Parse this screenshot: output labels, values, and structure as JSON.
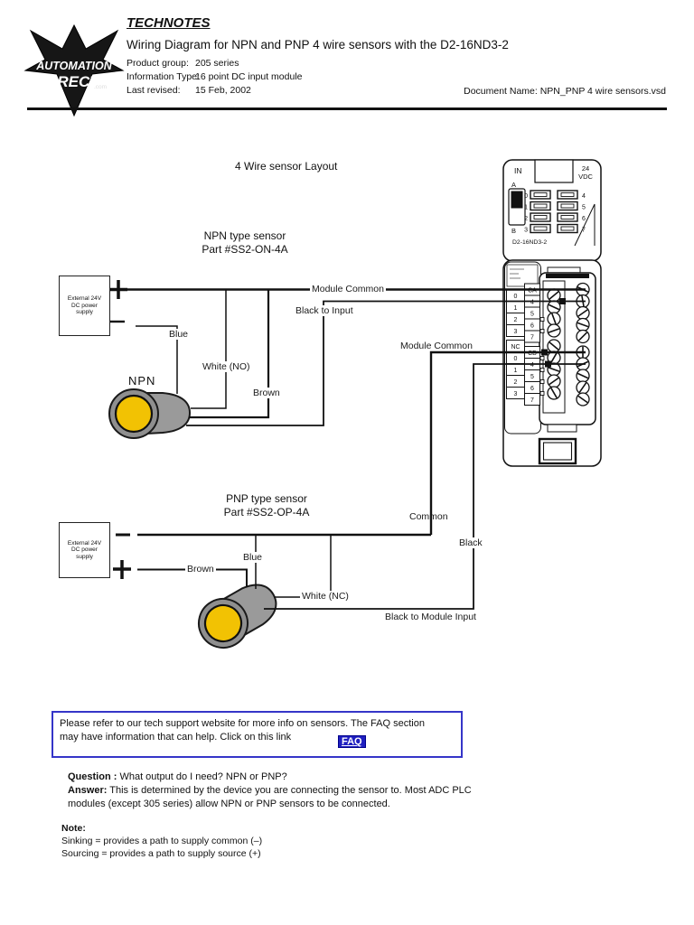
{
  "header": {
    "logo_line1": "AUTOMATION",
    "logo_line2": "DIRECT",
    "logo_suffix": ".com",
    "technotes": "TECHNOTES",
    "title": "Wiring Diagram for NPN and PNP 4 wire sensors with the D2-16ND3-2",
    "product_group_label": "Product group:",
    "product_group": "205 series",
    "info_type_label": "Information Type:",
    "info_type": "16 point DC input module",
    "last_revised_label": "Last revised:",
    "last_revised": "15 Feb, 2002",
    "document_name": "Document Name: NPN_PNP 4 wire sensors.vsd"
  },
  "diagram": {
    "layout_title": "4 Wire sensor Layout",
    "npn": {
      "title": "NPN type sensor",
      "part": "Part #SS2-ON-4A",
      "sensor_label": "NPN",
      "psu_text": "External 24V\nDC power\nsupply",
      "labels": {
        "module_common": "Module Common",
        "black_to_input": "Black to Input",
        "blue": "Blue",
        "white": "White (NO)",
        "brown": "Brown"
      }
    },
    "pnp": {
      "title": "PNP type sensor",
      "part": "Part #SS2-OP-4A",
      "psu_text": "External 24V\nDC power\nsupply",
      "labels": {
        "module_common": "Module Common",
        "common": "Common",
        "black": "Black",
        "blue": "Blue",
        "white": "White (NC)",
        "brown": "Brown",
        "black_to_module_input": "Black to Module Input"
      }
    },
    "module": {
      "in_label": "IN",
      "vdc_line1": "24",
      "vdc_line2": "VDC",
      "switch_a": "A",
      "switch_b": "B",
      "part_number": "D2-16ND3-2",
      "led_left": [
        "0",
        "1",
        "2",
        "3"
      ],
      "led_right": [
        "4",
        "5",
        "6",
        "7"
      ],
      "terminals_left": [
        "0",
        "1",
        "2",
        "3",
        "NC",
        "0",
        "1",
        "2",
        "3"
      ],
      "terminals_right": [
        "CA",
        "4",
        "5",
        "6",
        "7",
        "CB",
        "4",
        "5",
        "6",
        "7"
      ]
    }
  },
  "footer": {
    "notice_line1": "Please refer to our tech support website for more info on sensors.  The FAQ section",
    "notice_line2": "may have information that can help.  Click on this link",
    "faq_link": "FAQ",
    "question_label": "Question :",
    "question_text": "What output do I need? NPN or PNP?",
    "answer_label": "Answer:",
    "answer_text": "This is determined by the device you are connecting the sensor to. Most ADC PLC modules (except 305 series) allow NPN or PNP sensors to be connected.",
    "note_label": "Note:",
    "note_line1": "Sinking = provides a path to supply common (–)",
    "note_line2": "Sourcing = provides a path to supply source (+)"
  },
  "colors": {
    "accent_blue": "#2020c0",
    "sensor_yellow": "#f2c203",
    "sensor_gray": "#9a9a9a"
  }
}
